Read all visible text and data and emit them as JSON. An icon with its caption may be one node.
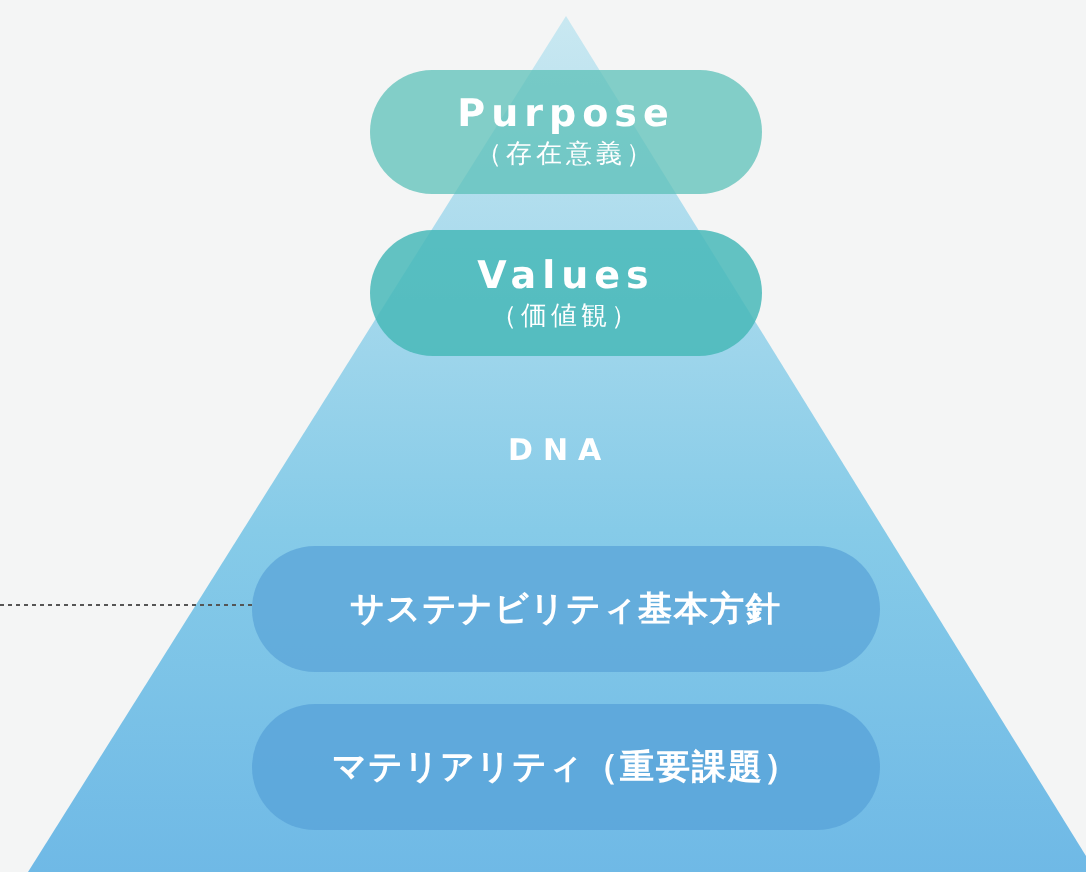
{
  "diagram": {
    "nodes": [
      {
        "text": [
          "Purpose",
          "（存在意義）"
        ]
      },
      {
        "text": [
          "Values",
          "（価値観）"
        ]
      },
      {
        "text": [
          "サステナビリティ基本方針"
        ]
      },
      {
        "text": [
          "マテリアリティ（重要課題）"
        ]
      }
    ],
    "edges": [
      {
        "from": null,
        "to": 2,
        "arrow": "none",
        "style": "dashed"
      }
    ],
    "labels": [
      "DNA"
    ]
  }
}
